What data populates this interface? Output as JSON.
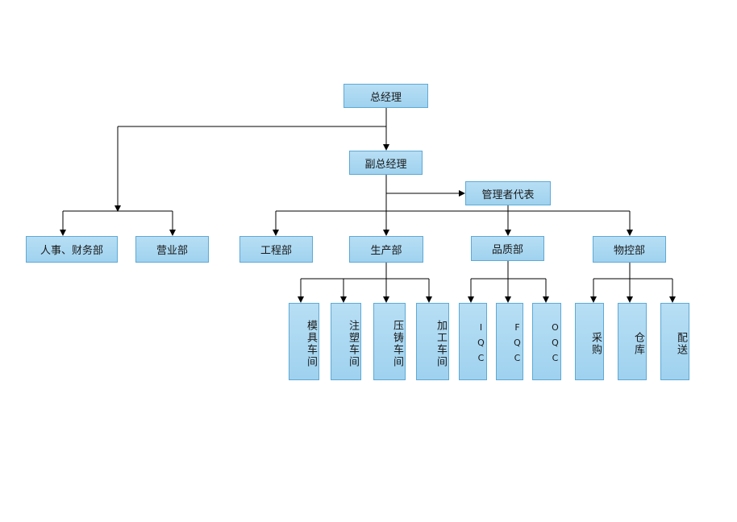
{
  "org_chart": {
    "top": "总经理",
    "deputy": "副总经理",
    "representative": "管理者代表",
    "departments": {
      "hr_finance": "人事、财务部",
      "sales": "营业部",
      "engineering": "工程部",
      "production": "生产部",
      "quality": "品质部",
      "logistics": "物控部"
    },
    "production_units": {
      "mold": "模具车间",
      "injection": "注塑车间",
      "die_casting": "压铸车间",
      "processing": "加工车间"
    },
    "quality_units": {
      "iqc": "IQC",
      "fqc": "FQC",
      "oqc": "OQC"
    },
    "logistics_units": {
      "purchasing": "采购",
      "warehouse": "仓库",
      "delivery": "配送"
    }
  },
  "colors": {
    "box_fill": "#a8d7f1",
    "box_border": "#5ea9d6",
    "line": "#000000"
  }
}
